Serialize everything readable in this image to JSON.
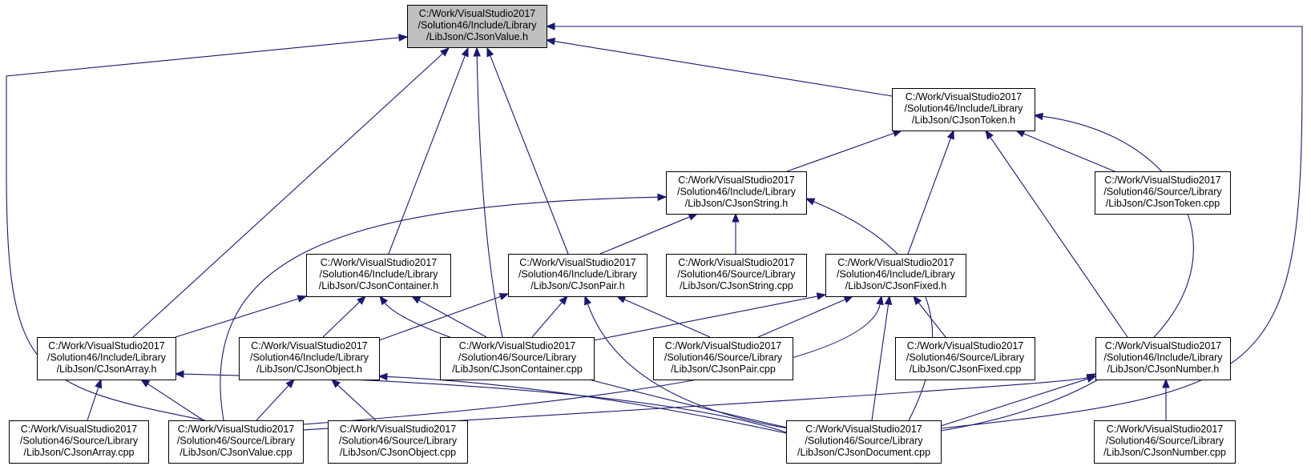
{
  "graph": {
    "edge_color": "#191970",
    "root_fill": "#bfbfbf",
    "nodes": [
      {
        "id": "value_h",
        "root": true,
        "lines": [
          "C:/Work/VisualStudio2017",
          "/Solution46/Include/Library",
          "/LibJson/CJsonValue.h"
        ]
      },
      {
        "id": "token_h",
        "lines": [
          "C:/Work/VisualStudio2017",
          "/Solution46/Include/Library",
          "/LibJson/CJsonToken.h"
        ]
      },
      {
        "id": "string_h",
        "lines": [
          "C:/Work/VisualStudio2017",
          "/Solution46/Include/Library",
          "/LibJson/CJsonString.h"
        ]
      },
      {
        "id": "token_cpp",
        "lines": [
          "C:/Work/VisualStudio2017",
          "/Solution46/Source/Library",
          "/LibJson/CJsonToken.cpp"
        ]
      },
      {
        "id": "container_h",
        "lines": [
          "C:/Work/VisualStudio2017",
          "/Solution46/Include/Library",
          "/LibJson/CJsonContainer.h"
        ]
      },
      {
        "id": "pair_h",
        "lines": [
          "C:/Work/VisualStudio2017",
          "/Solution46/Include/Library",
          "/LibJson/CJsonPair.h"
        ]
      },
      {
        "id": "string_cpp",
        "lines": [
          "C:/Work/VisualStudio2017",
          "/Solution46/Source/Library",
          "/LibJson/CJsonString.cpp"
        ]
      },
      {
        "id": "fixed_h",
        "lines": [
          "C:/Work/VisualStudio2017",
          "/Solution46/Include/Library",
          "/LibJson/CJsonFixed.h"
        ]
      },
      {
        "id": "array_h",
        "lines": [
          "C:/Work/VisualStudio2017",
          "/Solution46/Include/Library",
          "/LibJson/CJsonArray.h"
        ]
      },
      {
        "id": "object_h",
        "lines": [
          "C:/Work/VisualStudio2017",
          "/Solution46/Include/Library",
          "/LibJson/CJsonObject.h"
        ]
      },
      {
        "id": "container_cpp",
        "lines": [
          "C:/Work/VisualStudio2017",
          "/Solution46/Source/Library",
          "/LibJson/CJsonContainer.cpp"
        ]
      },
      {
        "id": "pair_cpp",
        "lines": [
          "C:/Work/VisualStudio2017",
          "/Solution46/Source/Library",
          "/LibJson/CJsonPair.cpp"
        ]
      },
      {
        "id": "fixed_cpp",
        "lines": [
          "C:/Work/VisualStudio2017",
          "/Solution46/Source/Library",
          "/LibJson/CJsonFixed.cpp"
        ]
      },
      {
        "id": "number_h",
        "lines": [
          "C:/Work/VisualStudio2017",
          "/Solution46/Include/Library",
          "/LibJson/CJsonNumber.h"
        ]
      },
      {
        "id": "array_cpp",
        "lines": [
          "C:/Work/VisualStudio2017",
          "/Solution46/Source/Library",
          "/LibJson/CJsonArray.cpp"
        ]
      },
      {
        "id": "value_cpp",
        "lines": [
          "C:/Work/VisualStudio2017",
          "/Solution46/Source/Library",
          "/LibJson/CJsonValue.cpp"
        ]
      },
      {
        "id": "object_cpp",
        "lines": [
          "C:/Work/VisualStudio2017",
          "/Solution46/Source/Library",
          "/LibJson/CJsonObject.cpp"
        ]
      },
      {
        "id": "document_cpp",
        "lines": [
          "C:/Work/VisualStudio2017",
          "/Solution46/Source/Library",
          "/LibJson/CJsonDocument.cpp"
        ]
      },
      {
        "id": "number_cpp",
        "lines": [
          "C:/Work/VisualStudio2017",
          "/Solution46/Source/Library",
          "/LibJson/CJsonNumber.cpp"
        ]
      }
    ],
    "edges": [
      {
        "from": "token_h",
        "to": "value_h"
      },
      {
        "from": "document_cpp",
        "to": "value_h"
      },
      {
        "from": "value_cpp",
        "to": "value_h"
      },
      {
        "from": "array_h",
        "to": "value_h"
      },
      {
        "from": "container_h",
        "to": "value_h"
      },
      {
        "from": "container_cpp",
        "to": "value_h"
      },
      {
        "from": "pair_h",
        "to": "value_h"
      },
      {
        "from": "string_h",
        "to": "token_h"
      },
      {
        "from": "fixed_h",
        "to": "token_h"
      },
      {
        "from": "number_h",
        "to": "token_h"
      },
      {
        "from": "token_cpp",
        "to": "token_h"
      },
      {
        "from": "document_cpp",
        "to": "token_h"
      },
      {
        "from": "pair_h",
        "to": "string_h"
      },
      {
        "from": "string_cpp",
        "to": "string_h"
      },
      {
        "from": "value_cpp",
        "to": "string_h"
      },
      {
        "from": "document_cpp",
        "to": "string_h"
      },
      {
        "from": "array_h",
        "to": "container_h"
      },
      {
        "from": "object_h",
        "to": "container_h"
      },
      {
        "from": "container_cpp",
        "to": "container_h"
      },
      {
        "from": "document_cpp",
        "to": "container_h"
      },
      {
        "from": "object_h",
        "to": "pair_h"
      },
      {
        "from": "container_cpp",
        "to": "pair_h"
      },
      {
        "from": "pair_cpp",
        "to": "pair_h"
      },
      {
        "from": "document_cpp",
        "to": "pair_h"
      },
      {
        "from": "container_cpp",
        "to": "fixed_h"
      },
      {
        "from": "pair_cpp",
        "to": "fixed_h"
      },
      {
        "from": "value_cpp",
        "to": "fixed_h"
      },
      {
        "from": "document_cpp",
        "to": "fixed_h"
      },
      {
        "from": "fixed_cpp",
        "to": "fixed_h"
      },
      {
        "from": "array_cpp",
        "to": "array_h"
      },
      {
        "from": "value_cpp",
        "to": "array_h"
      },
      {
        "from": "document_cpp",
        "to": "array_h"
      },
      {
        "from": "value_cpp",
        "to": "object_h"
      },
      {
        "from": "object_cpp",
        "to": "object_h"
      },
      {
        "from": "document_cpp",
        "to": "object_h"
      },
      {
        "from": "value_cpp",
        "to": "number_h"
      },
      {
        "from": "document_cpp",
        "to": "number_h"
      },
      {
        "from": "number_cpp",
        "to": "number_h"
      }
    ]
  }
}
